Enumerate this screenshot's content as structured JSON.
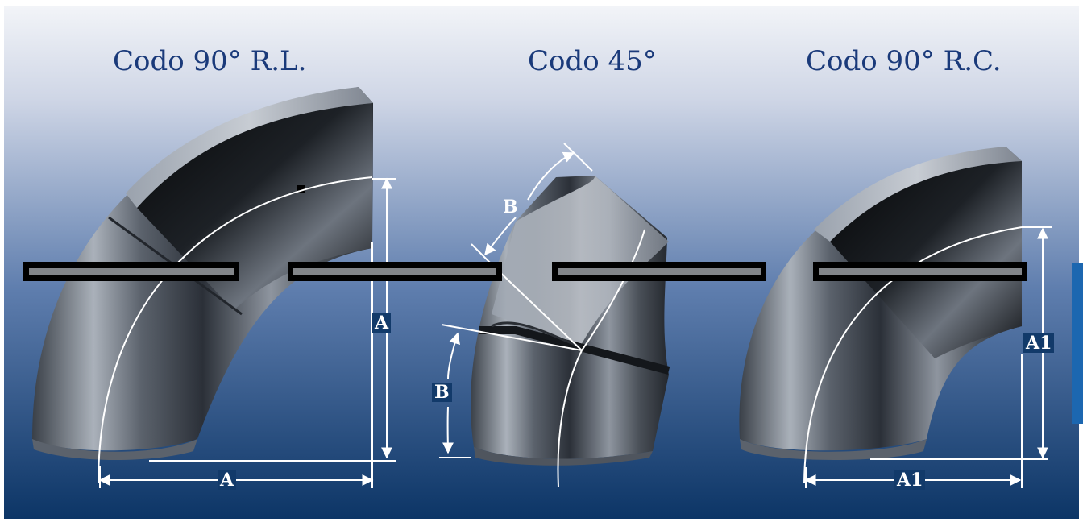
{
  "titles": {
    "long_radius_90": "Codo 90° R.L.",
    "elbow_45": "Codo 45°",
    "short_radius_90": "Codo 90° R.C."
  },
  "dimensions": {
    "a_horizontal": "A",
    "a_vertical": "A",
    "b_upper": "B",
    "b_lower": "B",
    "a1_vertical": "A1",
    "a1_horizontal": "A1"
  },
  "colors": {
    "background_top": "#dfe4ef",
    "background_bottom": "#0f3a6c",
    "title_text": "#1a3a7a",
    "dimension_lines": "#ffffff",
    "redaction_bar": "#000000",
    "right_edge_accent": "#1c67b0"
  }
}
